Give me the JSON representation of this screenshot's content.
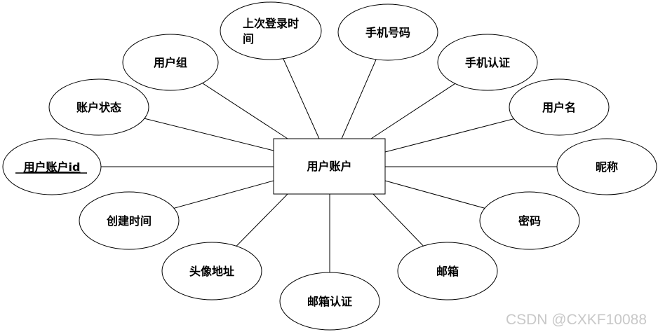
{
  "diagram": {
    "entity": {
      "label": "用户账户"
    },
    "attributes": [
      {
        "id": "user_group",
        "lines": [
          "用户组"
        ]
      },
      {
        "id": "last_login_time",
        "lines": [
          "上次登录时",
          "间"
        ]
      },
      {
        "id": "phone_number",
        "lines": [
          "手机号码"
        ]
      },
      {
        "id": "phone_verified",
        "lines": [
          "手机认证"
        ]
      },
      {
        "id": "account_status",
        "lines": [
          "账户状态"
        ]
      },
      {
        "id": "username",
        "lines": [
          "用户名"
        ]
      },
      {
        "id": "account_id",
        "lines": [
          "用户账户id"
        ],
        "primary_key": true
      },
      {
        "id": "nickname",
        "lines": [
          "昵称"
        ]
      },
      {
        "id": "created_time",
        "lines": [
          "创建时间"
        ]
      },
      {
        "id": "password",
        "lines": [
          "密码"
        ]
      },
      {
        "id": "avatar_url",
        "lines": [
          "头像地址"
        ]
      },
      {
        "id": "email",
        "lines": [
          "邮箱"
        ]
      },
      {
        "id": "email_verified",
        "lines": [
          "邮箱认证"
        ]
      }
    ]
  },
  "watermark": "CSDN @CXKF10088"
}
